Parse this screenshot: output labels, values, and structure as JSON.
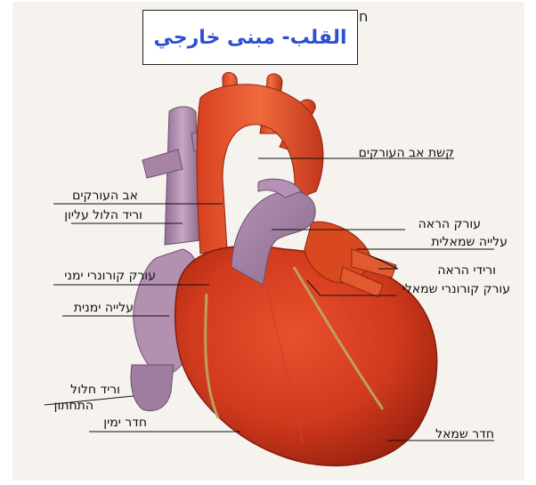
{
  "title": "القلب- مبنى خارجي",
  "corner_text": "ח",
  "labels": {
    "aortic_arch": "קשת אב העורקים",
    "aorta": "אב העורקים",
    "superior_vena_cava": "וריד הלול עליון",
    "pulmonary_artery": "עורק הראה",
    "left_atrium": "עלייה שמאלית",
    "pulmonary_veins": "ורידי הראה",
    "right_coronary_artery": "עורק קורונרי ימני",
    "left_coronary_artery": "עורק קורונרי שמאלי",
    "right_atrium": "עלייה ימנית",
    "inferior_vena_cava_1": "וריד חלול",
    "inferior_vena_cava_2": "התחתון",
    "right_ventricle": "חדר ימין",
    "left_ventricle": "חדר שמאל"
  }
}
